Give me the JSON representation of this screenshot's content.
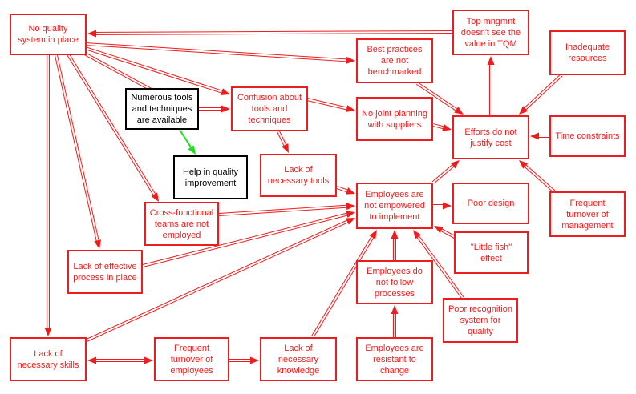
{
  "colors": {
    "line": "#ee1c1c",
    "black": "#000000",
    "green": "#22dd22",
    "background": "#ffffff"
  },
  "nodes": {
    "no_quality_system": "No quality\nsystem in place",
    "top_mgmt": "Top mngmnt\ndoesn't see the\nvalue in TQM",
    "best_practices": "Best practices\nare not\nbenchmarked",
    "inadequate_resources": "Inadequate\nresources",
    "numerous_tools": "Numerous tools\nand techniques\nare available",
    "confusion_tools": "Confusion about\ntools and\ntechniques",
    "no_joint_planning": "No joint planning\nwith suppliers",
    "efforts_cost": "Efforts do not\njustify cost",
    "time_constraints": "Time constraints",
    "help_quality": "Help in quality\nimprovement",
    "lack_tools": "Lack of\nnecessary tools",
    "employees_not_empowered": "Employees are\nnot empowered\nto implement",
    "poor_design": "Poor design",
    "frequent_turnover_mgmt": "Frequent\nturnover of\nmanagement",
    "cross_functional": "Cross-functional\nteams are not\nemployed",
    "little_fish": "\"Little fish\"\neffect",
    "lack_process": "Lack of effective\nprocess in place",
    "employees_not_follow": "Employees do\nnot follow\nprocesses",
    "poor_recognition": "Poor recognition\nsystem for\nquality",
    "lack_skills": "Lack of\nnecessary skills",
    "frequent_turnover_emp": "Frequent\nturnover of\nemployees",
    "lack_knowledge": "Lack of\nnecessary\nknowledge",
    "employees_resistant": "Employees are\nresistant to\nchange"
  }
}
